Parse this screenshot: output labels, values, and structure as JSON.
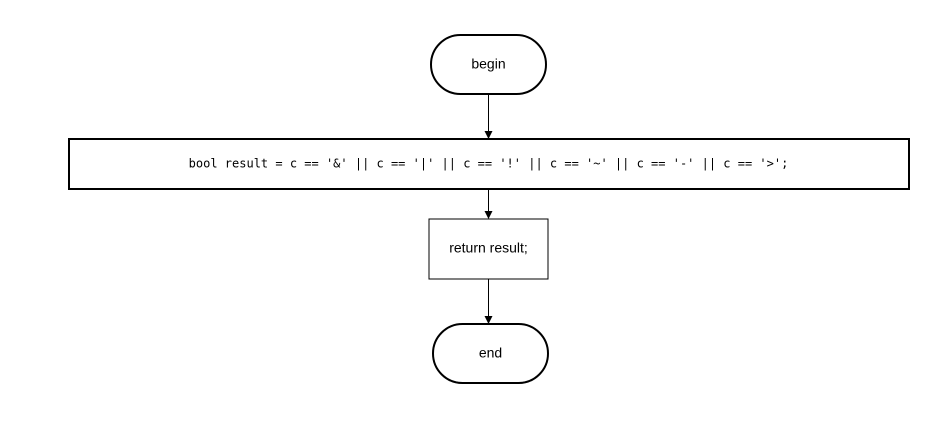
{
  "flowchart": {
    "begin_label": "begin",
    "statement": "bool result = c == '&' || c == '|' || c == '!' || c == '~' || c == '-' || c == '>';",
    "return_label": "return result;",
    "end_label": "end"
  },
  "colors": {
    "stroke": "#000000",
    "fill": "#ffffff",
    "background": "#ffffff"
  }
}
